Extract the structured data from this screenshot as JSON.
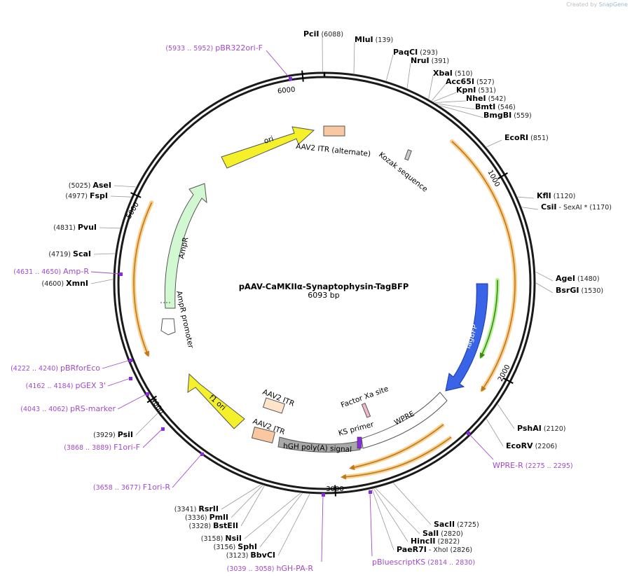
{
  "watermark": {
    "prefix": "Created by",
    "brand": "SnapGene"
  },
  "title": "pAAV-CaMKIIα-Synaptophysin-TagBFP",
  "length_label": "6093 bp",
  "ticks": [
    "1000",
    "2000",
    "3000",
    "4000",
    "5000",
    "6000"
  ],
  "enzymes": [
    {
      "name": "PciI",
      "pos": "(6088)"
    },
    {
      "name": "MluI",
      "pos": "(139)"
    },
    {
      "name": "PaqCI",
      "pos": "(293)"
    },
    {
      "name": "NruI",
      "pos": "(391)"
    },
    {
      "name": "XbaI",
      "pos": "(510)"
    },
    {
      "name": "Acc65I",
      "pos": "(527)"
    },
    {
      "name": "KpnI",
      "pos": "(531)"
    },
    {
      "name": "NheI",
      "pos": "(542)"
    },
    {
      "name": "BmtI",
      "pos": "(546)"
    },
    {
      "name": "BmgBI",
      "pos": "(559)"
    },
    {
      "name": "EcoRI",
      "pos": "(851)"
    },
    {
      "name": "KflI",
      "pos": "(1120)"
    },
    {
      "name": "CsiI",
      "pos": "- SexAI *  (1170)"
    },
    {
      "name": "AgeI",
      "pos": "(1480)"
    },
    {
      "name": "BsrGI",
      "pos": "(1530)"
    },
    {
      "name": "PshAI",
      "pos": "(2120)"
    },
    {
      "name": "EcoRV",
      "pos": "(2206)"
    },
    {
      "name": "SacII",
      "pos": "(2725)"
    },
    {
      "name": "SalI",
      "pos": "(2820)"
    },
    {
      "name": "HincII",
      "pos": "(2822)"
    },
    {
      "name": "PaeR7I",
      "pos": "- XhoI  (2826)"
    },
    {
      "name": "BbvCI",
      "pos": "(3123)"
    },
    {
      "name": "SphI",
      "pos": "(3156)"
    },
    {
      "name": "NsiI",
      "pos": "(3158)"
    },
    {
      "name": "BstEII",
      "pos": "(3328)"
    },
    {
      "name": "PmlI",
      "pos": "(3336)"
    },
    {
      "name": "RsrII",
      "pos": "(3341)"
    },
    {
      "name": "PsiI",
      "pos": "(3929)"
    },
    {
      "name": "XmnI",
      "pos": "(4600)"
    },
    {
      "name": "ScaI",
      "pos": "(4719)"
    },
    {
      "name": "PvuI",
      "pos": "(4831)"
    },
    {
      "name": "FspI",
      "pos": "(4977)"
    },
    {
      "name": "AseI",
      "pos": "(5025)"
    }
  ],
  "primers": [
    {
      "name": "pBR322ori-F",
      "pos": "(5933 .. 5952)"
    },
    {
      "name": "Amp-R",
      "pos": "(4631 .. 4650)"
    },
    {
      "name": "pBRforEco",
      "pos": "(4222 .. 4240)"
    },
    {
      "name": "pGEX 3'",
      "pos": "(4162 .. 4184)"
    },
    {
      "name": "pRS-marker",
      "pos": "(4043 .. 4062)"
    },
    {
      "name": "F1ori-F",
      "pos": "(3868 .. 3889)"
    },
    {
      "name": "F1ori-R",
      "pos": "(3658 .. 3677)"
    },
    {
      "name": "hGH-PA-R",
      "pos": "(3039 .. 3058)"
    },
    {
      "name": "pBluescriptKS",
      "pos": "(2814 .. 2830)"
    },
    {
      "name": "WPRE-R",
      "pos": "(2275 .. 2295)"
    }
  ],
  "features": {
    "ori": "ori",
    "ampr": "AmpR",
    "ampr_promoter": "AmpR promoter",
    "f1_ori": "f1 ori",
    "aav2_itr_alt": "AAV2 ITR (alternate)",
    "kozak": "Kozak sequence",
    "tagbfp": "TagBFP",
    "factor_xa": "Factor Xa site",
    "ks_primer": "KS primer",
    "wpre": "WPRE",
    "hgh_polya": "hGH poly(A) signal",
    "aav2_itr_1": "AAV2 ITR",
    "aav2_itr_2": "AAV2 ITR"
  },
  "colors": {
    "backbone": "#1a1a1a",
    "ori": "#f4f02a",
    "ampr": "#d2f8d2",
    "f1_ori": "#f4f02a",
    "tagbfp": "#3a64e8",
    "itr": "#f9c8a0",
    "polya": "#a8a8a8",
    "orf_line": "#c0781a",
    "orf_glow": "#f8d090",
    "green_orf": "#3a8a10",
    "primer": "#a24ac8"
  }
}
